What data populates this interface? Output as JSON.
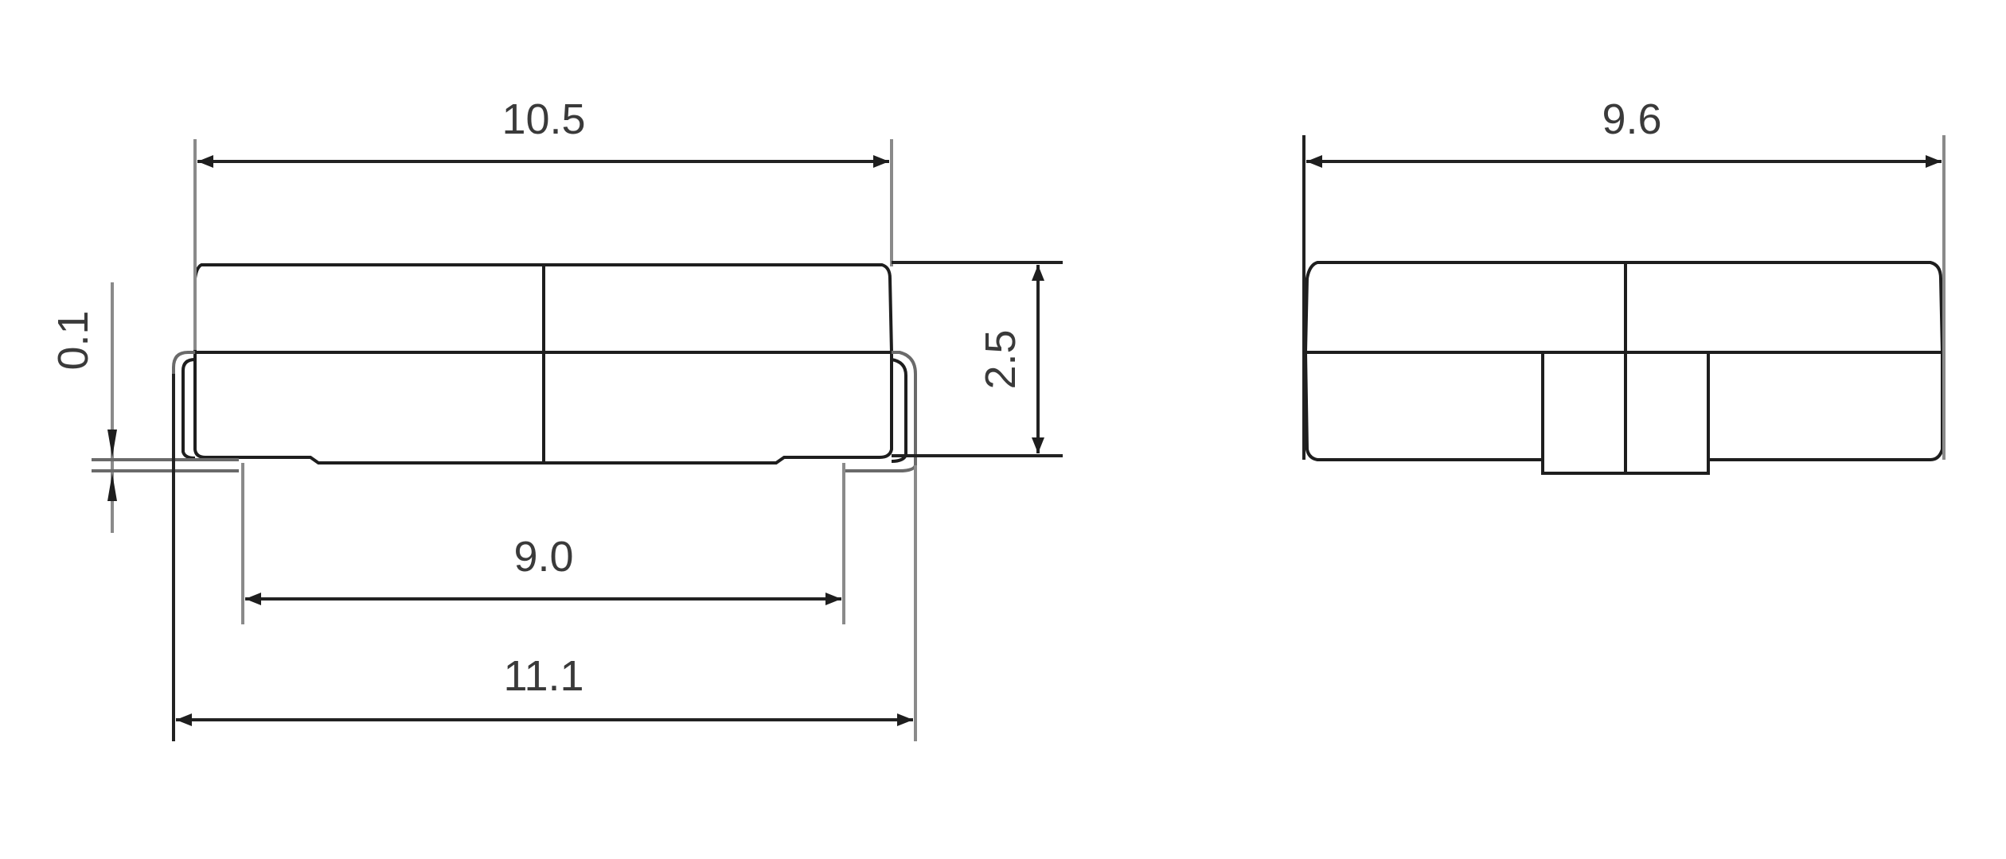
{
  "drawing": {
    "type": "mechanical-dimension-drawing",
    "units": "mm",
    "views": {
      "side_view": {
        "dimensions": {
          "body_length": "10.5",
          "body_height": "2.5",
          "lead_standoff": "0.1",
          "lead_inner_span": "9.0",
          "lead_outer_span": "11.1"
        }
      },
      "end_view": {
        "dimensions": {
          "body_width": "9.6"
        }
      }
    },
    "colors": {
      "background": "#ffffff",
      "line": "#1e1e1e",
      "extension_line": "#8a8a8a",
      "text": "#3a3a3a"
    }
  }
}
